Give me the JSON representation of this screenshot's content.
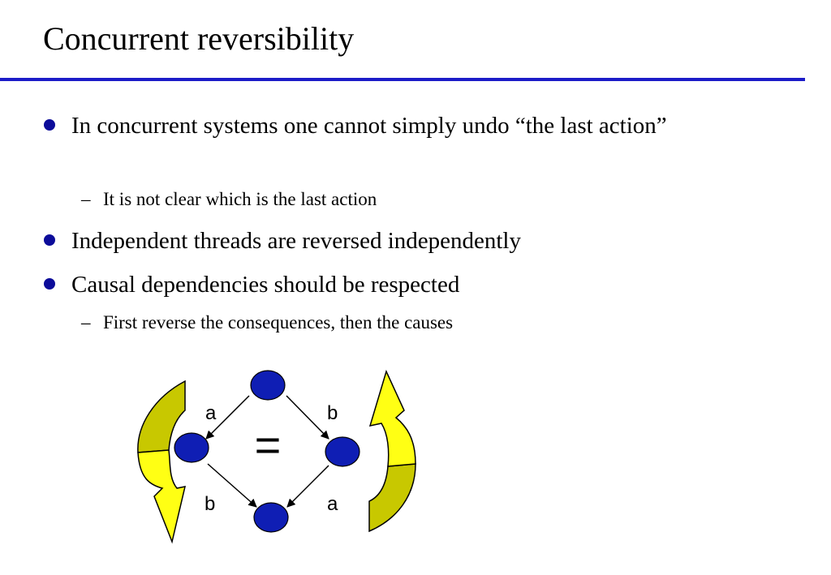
{
  "slide": {
    "title": "Concurrent reversibility",
    "bullets": [
      {
        "text": "In concurrent systems one cannot simply undo “the last action”"
      },
      {
        "text": "Independent threads are reversed independently"
      },
      {
        "text": "Causal dependencies should be respected"
      }
    ],
    "subbullets": [
      {
        "text": "It is not clear which is the last action"
      },
      {
        "text": "First reverse the consequences, then the causes"
      }
    ],
    "dash": "–"
  },
  "diagram": {
    "labels": {
      "top_left": "a",
      "top_right": "b",
      "bottom_left": "b",
      "bottom_right": "a"
    },
    "node_color": "#0f1eb4",
    "arrow_fill_light": "#ffff14",
    "arrow_fill_dark": "#c8c800",
    "equivalence_symbol": "="
  }
}
